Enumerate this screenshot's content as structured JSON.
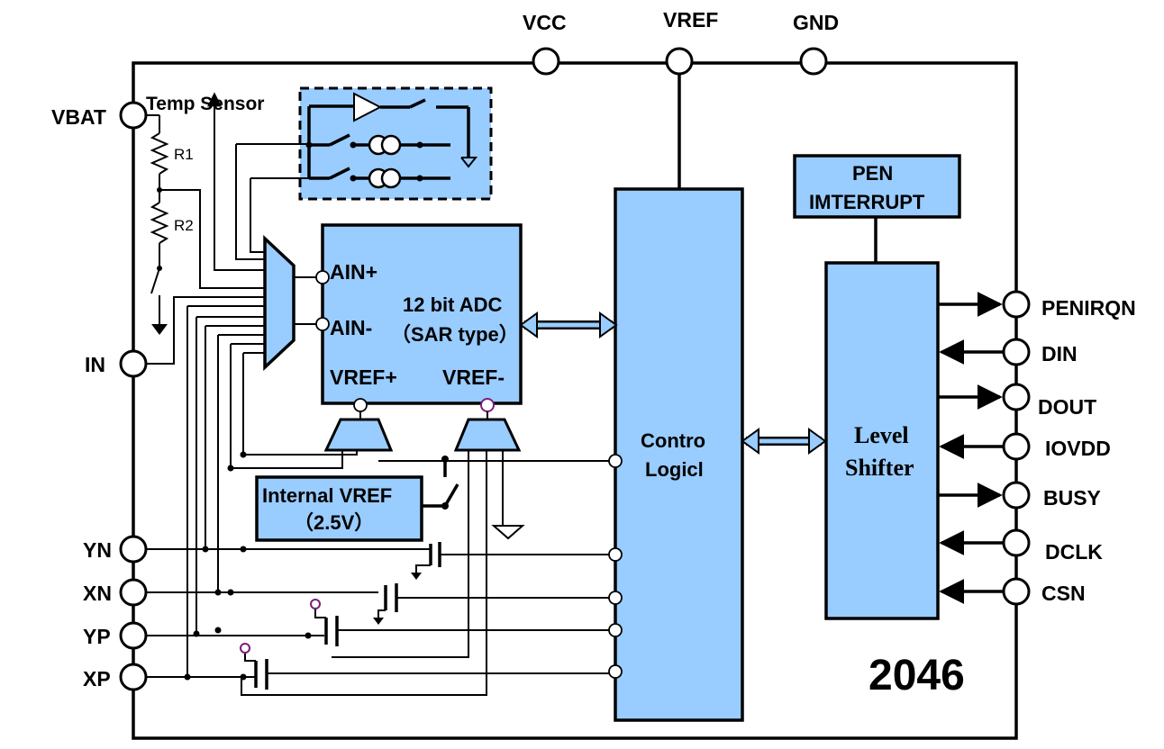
{
  "pins": {
    "top": {
      "vcc": "VCC",
      "vref": "VREF",
      "gnd": "GND"
    },
    "left": {
      "vbat": "VBAT",
      "in": "IN",
      "yn": "YN",
      "xn": "XN",
      "yp": "YP",
      "xp": "XP"
    },
    "right": {
      "penirqn": "PENIRQN",
      "din": "DIN",
      "dout": "DOUT",
      "iovdd": "IOVDD",
      "busy": "BUSY",
      "dclk": "DCLK",
      "csn": "CSN"
    }
  },
  "labels": {
    "temp_sensor": "Temp Sensor",
    "r1": "R1",
    "r2": "R2",
    "ain_plus": "AIN+",
    "ain_minus": "AIN-",
    "adc_line1": "12 bit ADC",
    "adc_line2": "（SAR type）",
    "vref_plus": "VREF+",
    "vref_minus": "VREF-",
    "internal_vref_line1": "Internal VREF",
    "internal_vref_line2": "（2.5V）",
    "control_line1": "Contro",
    "control_line2": "Logicl",
    "pen_line1": "PEN",
    "pen_line2": "IMTERRUPT",
    "level_line1": "Level",
    "level_line2": "Shifter",
    "chip_number": "2046"
  },
  "colors": {
    "block_fill": "#99ccff",
    "outline": "#000000",
    "node_accent": "#7a1f7a"
  }
}
